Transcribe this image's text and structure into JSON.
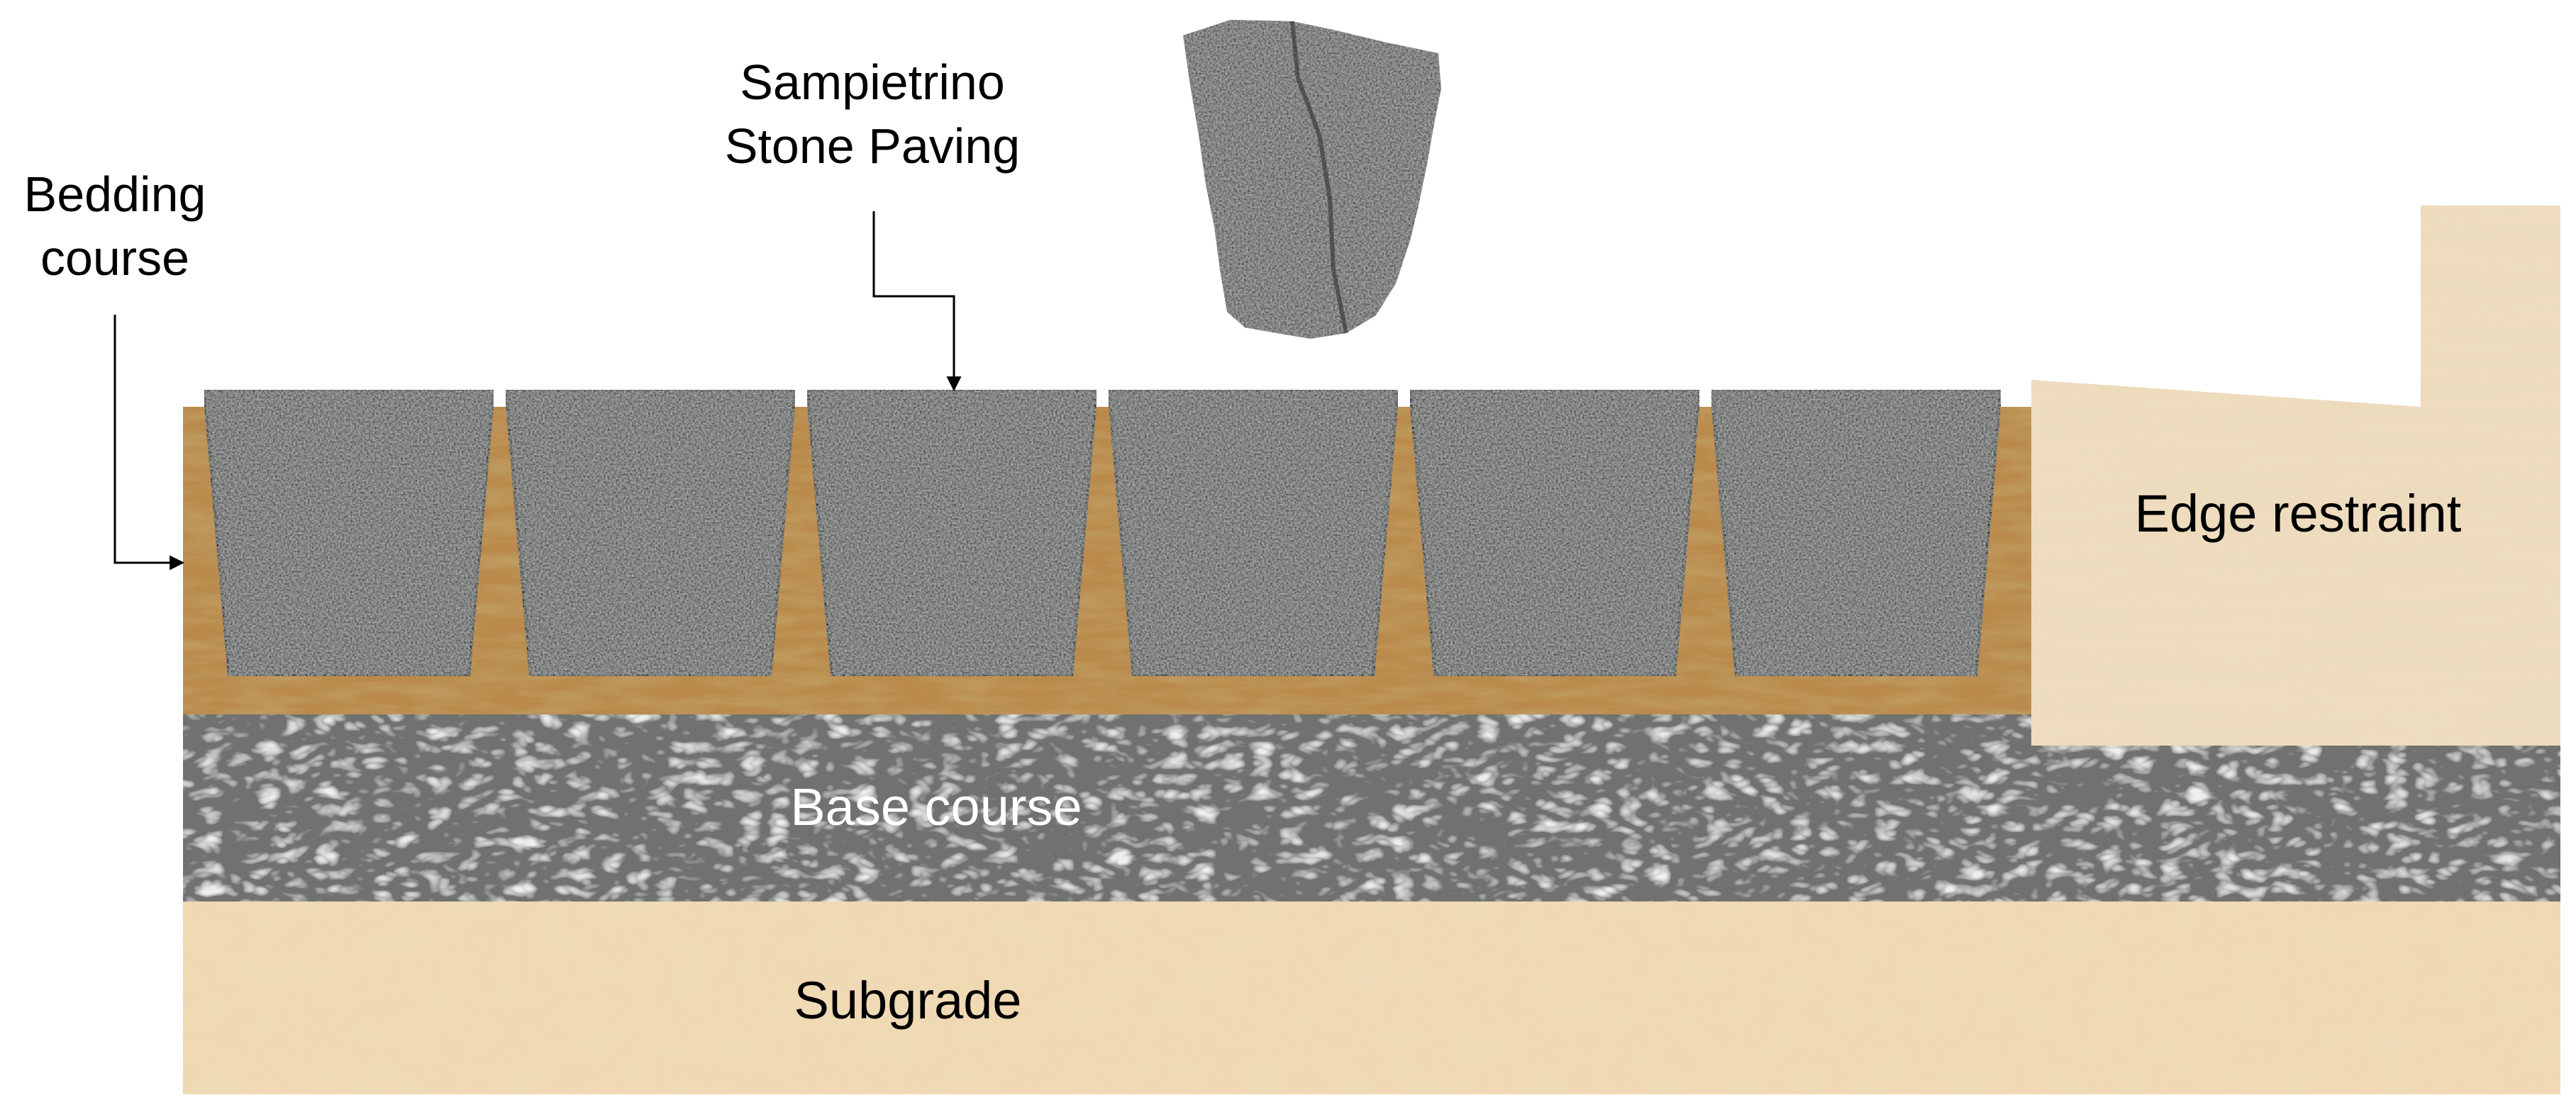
{
  "labels": {
    "bedding_course": [
      "Bedding",
      "course"
    ],
    "stone_paving": [
      "Sampietrino",
      "Stone Paving"
    ],
    "edge_restraint": "Edge restraint",
    "base_course": "Base course",
    "subgrade": "Subgrade"
  },
  "colors": {
    "bedding": "#b98a4c",
    "stone": "#4a4c4d",
    "gravel": "#6f716f",
    "subgrade": "#f0d9b3",
    "edge_restraint": "#efdcbf",
    "base_course_text": "#ffffff",
    "leader": "#000000"
  },
  "stone_count": 6
}
